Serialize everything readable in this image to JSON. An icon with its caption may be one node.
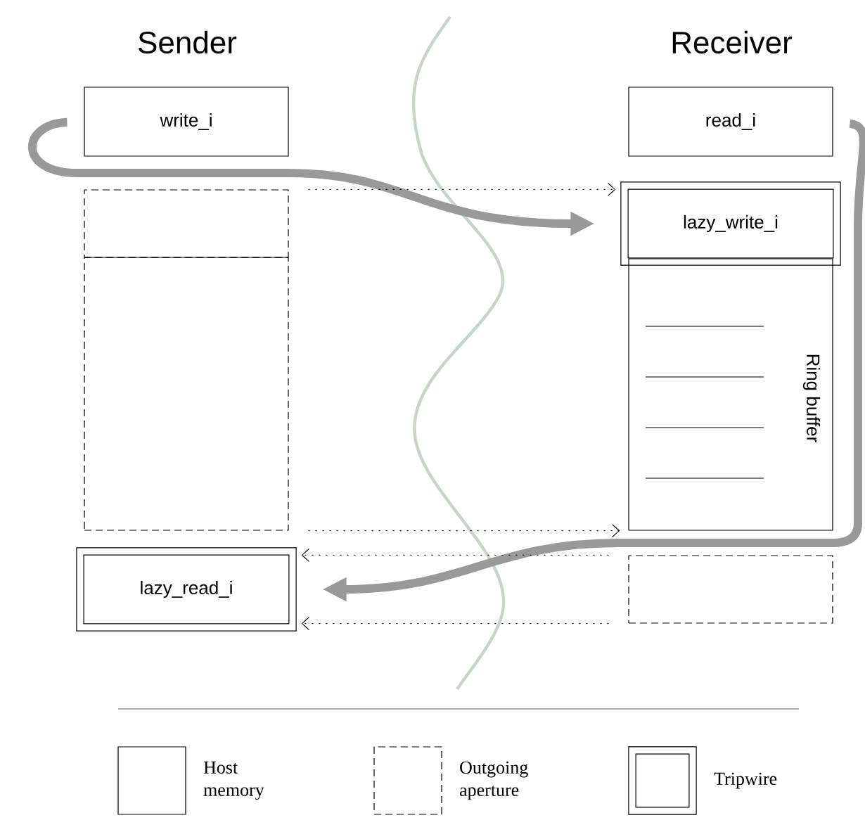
{
  "diagram": {
    "nodes": [
      {
        "text": [
          "write_i"
        ]
      },
      {
        "text": [
          "read_i"
        ]
      },
      {
        "text": [
          "lazy_write_i"
        ]
      },
      {
        "text": [
          "Ring buffer"
        ]
      },
      {
        "text": [],
        "shape": "box"
      },
      {
        "text": [],
        "shape": "box"
      },
      {
        "text": [],
        "shape": "box"
      },
      {
        "text": [
          "lazy_read_i"
        ]
      }
    ],
    "edges": [
      {
        "from": 0,
        "to": 2,
        "arrow": "to",
        "style": "thick",
        "color": "#999999"
      },
      {
        "from": 1,
        "to": 7,
        "arrow": "to",
        "style": "thick",
        "color": "#999999"
      },
      {
        "from": 4,
        "to": 2,
        "arrow": "to",
        "style": "dashed"
      },
      {
        "from": 5,
        "to": 3,
        "arrow": "to",
        "style": "dashed"
      },
      {
        "from": 6,
        "to": 7,
        "arrow": "to",
        "style": "dashed"
      },
      {
        "from": 6,
        "to": 7,
        "arrow": "to",
        "style": "dashed"
      }
    ],
    "labels": [
      "Sender",
      "Receiver"
    ],
    "legend": [
      {
        "text": "Host memory"
      },
      {
        "text": "Outgoing aperture"
      },
      {
        "text": "Tripwire"
      }
    ]
  }
}
